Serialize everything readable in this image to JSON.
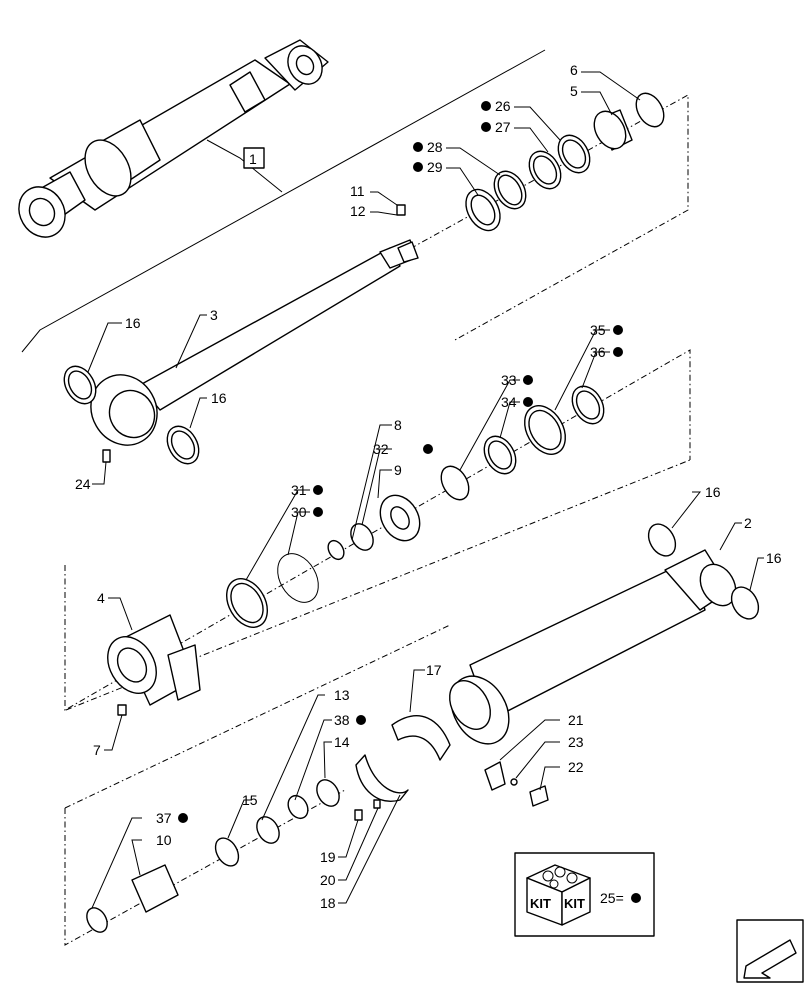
{
  "labels": {
    "l1": "1",
    "l2": "2",
    "l3": "3",
    "l4": "4",
    "l5": "5",
    "l6": "6",
    "l7": "7",
    "l8": "8",
    "l9": "9",
    "l10": "10",
    "l11": "11",
    "l12": "12",
    "l13": "13",
    "l14": "14",
    "l15": "15",
    "l16a": "16",
    "l16b": "16",
    "l16c": "16",
    "l16d": "16",
    "l17": "17",
    "l18": "18",
    "l19": "19",
    "l20": "20",
    "l21": "21",
    "l22": "22",
    "l23": "23",
    "l24": "24",
    "l26": "26",
    "l27": "27",
    "l28": "28",
    "l29": "29",
    "l30": "30",
    "l31": "31",
    "l32": "32",
    "l33": "33",
    "l34": "34",
    "l35": "35",
    "l36": "36",
    "l37": "37",
    "l38": "38"
  },
  "kit": {
    "box_text_left": "KIT",
    "box_text_right": "KIT",
    "legend": "25="
  },
  "icons": [
    "kit-box-icon",
    "navigation-arrow-icon",
    "kit-marker-dot"
  ]
}
